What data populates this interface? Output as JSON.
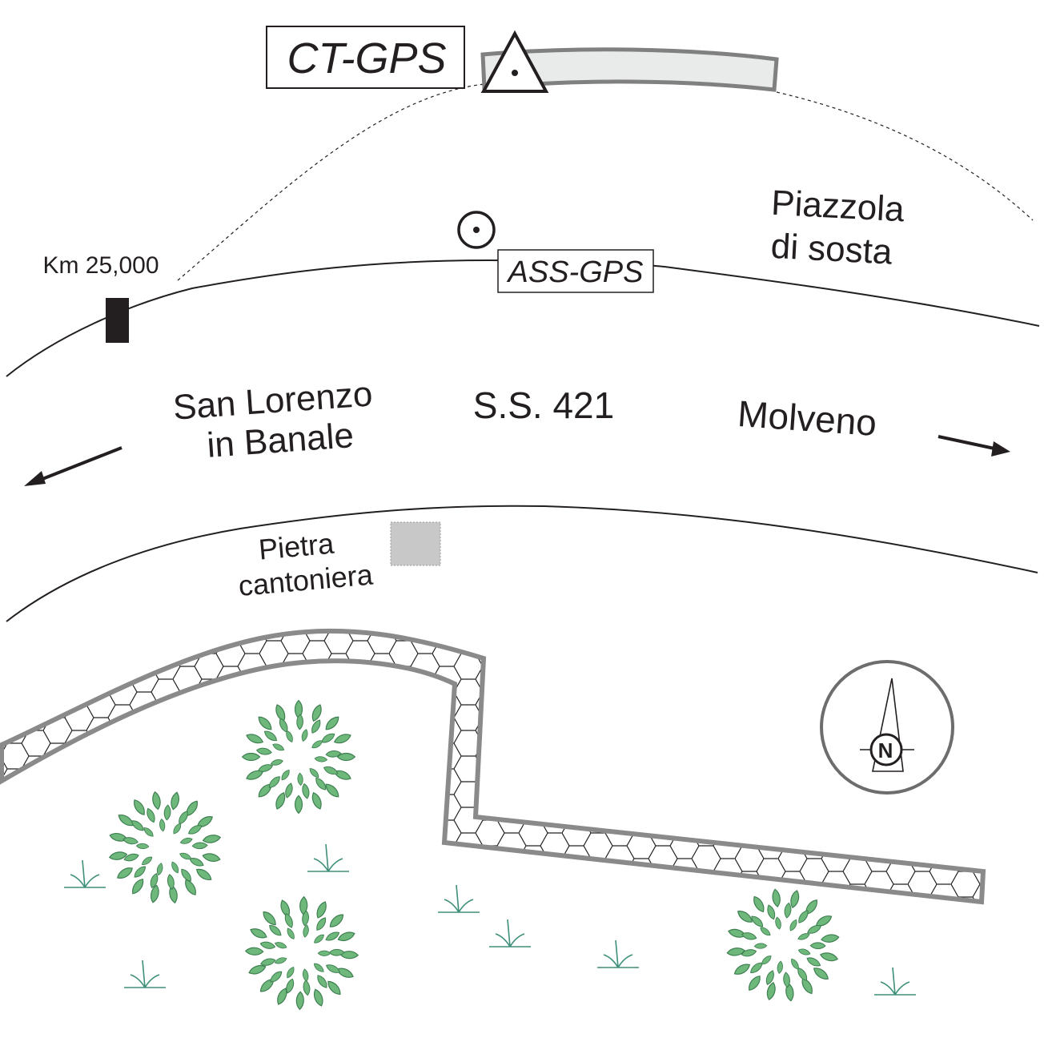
{
  "labels": {
    "ct_gps": "CT-GPS",
    "ass_gps": "ASS-GPS",
    "km_marker": "Km 25,000",
    "piazzola_line1": "Piazzola",
    "piazzola_line2": "di sosta",
    "san_lorenzo_line1": "San Lorenzo",
    "san_lorenzo_line2": "in Banale",
    "road_name": "S.S. 421",
    "molveno": "Molveno",
    "pietra_line1": "Pietra",
    "pietra_line2": "cantoniera",
    "north": "N"
  },
  "colors": {
    "ink": "#231f20",
    "wall_outline": "#8a8a8a",
    "shelter_fill": "#e8ebea",
    "stone_fill": "#c8c8c8",
    "shrub_fill": "#6db87a",
    "shrub_stroke": "#3f7f52",
    "grass": "#3f8f7a"
  },
  "icons": {
    "ct_gps_marker": "triangle-dot-icon",
    "ass_gps_marker": "circle-dot-icon",
    "compass": "north-arrow-icon"
  }
}
